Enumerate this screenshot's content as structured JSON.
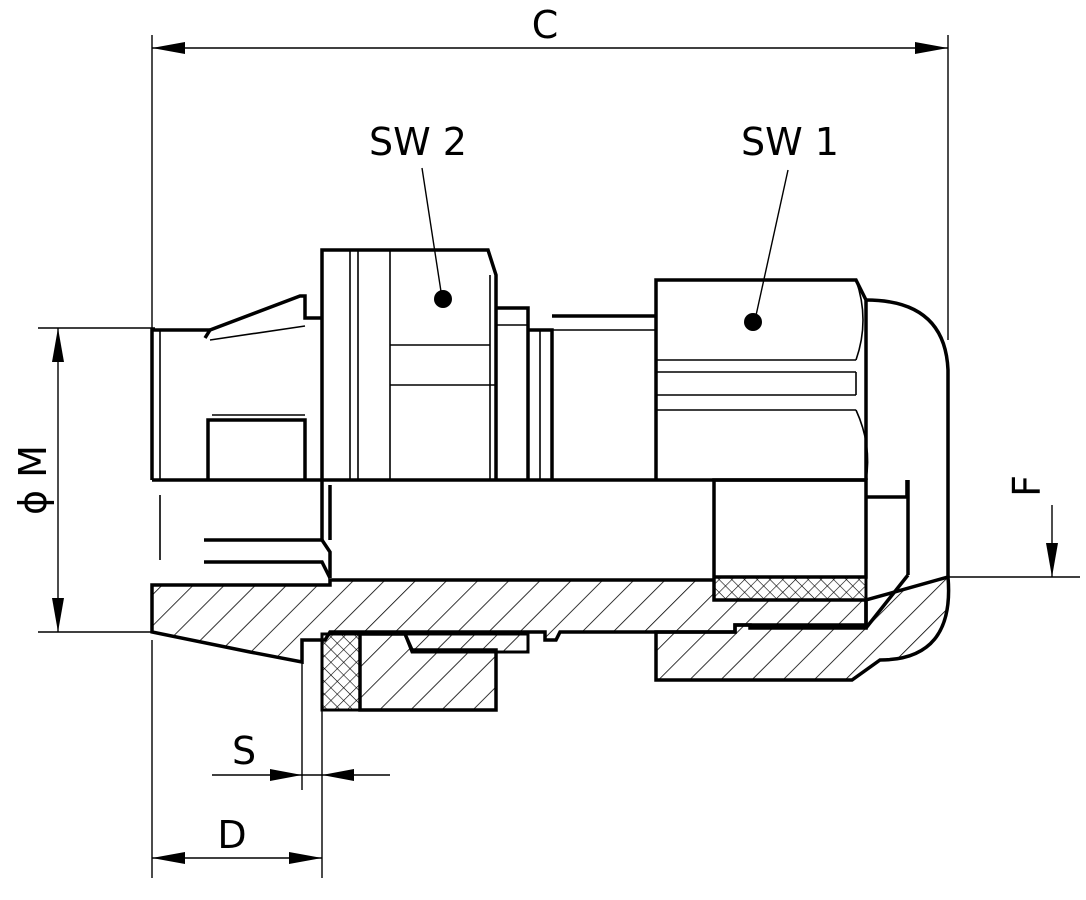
{
  "diagram": {
    "labels": {
      "c": "C",
      "sw2": "SW 2",
      "sw1": "SW 1",
      "phi_m": "ϕ M",
      "f": "F",
      "s": "S",
      "d": "D"
    },
    "colors": {
      "line": "#000000",
      "background": "#ffffff"
    }
  }
}
